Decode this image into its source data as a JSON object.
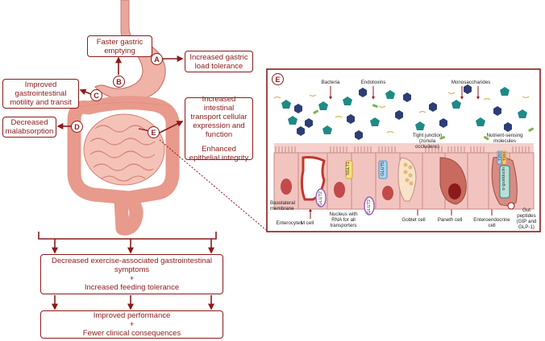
{
  "boxes": {
    "faster_gastric": "Faster gastric emptying",
    "increased_gastric": "Increased gastric load tolerance",
    "improved_motility": "Improved gastrointestinal motility and transit",
    "decreased_malabsorption": "Decreased malabsorption",
    "transport": "Increased intestinal transport cellular expression and function",
    "epithelial": "Enhanced epithelial integrity",
    "outcome1_line1": "Decreased exercise-associated gastrointestinal symptoms",
    "outcome1_plus": "+",
    "outcome1_line2": "Increased feeding tolerance",
    "outcome2_line1": "Improved performance",
    "outcome2_plus": "+",
    "outcome2_line2": "Fewer clinical consequences"
  },
  "markers": {
    "a": "A",
    "b": "B",
    "c": "C",
    "d": "D",
    "e": "E",
    "panel": "E"
  },
  "panel_labels": {
    "bacteria": "Bacteria",
    "endotoxins": "Endotoxins",
    "monosaccharides": "Monosaccharides",
    "tight_junction": "Tight junction (zonula occludens)",
    "nutrient_sensing": "Nutrient-sensing molecules",
    "basolateral": "Basolateral membrane",
    "enterocytes": "Enterocytes",
    "m_cell": "M cell",
    "nucleus": "Nucleus with RNA for all transporters",
    "goblet": "Goblet cell",
    "paneth": "Paneth cell",
    "enteroendocrine": "Enteroendocrine cell",
    "gut_peptides": "Gut peptides (GIP and GLP-1)",
    "sglt1": "SGLT1",
    "glut5": "GLUT5",
    "glut2_a": "GLUT2",
    "glut2_b": "GLUT2",
    "gustducin": "α-gustducin",
    "t1r2": "T1R2",
    "t1r3": "T1R3"
  },
  "colors": {
    "accent": "#8b1a1a",
    "cell": "#f2c4c0",
    "gut": "#e9a79c",
    "teal": "#1f8a86",
    "navy": "#2c3e75"
  }
}
